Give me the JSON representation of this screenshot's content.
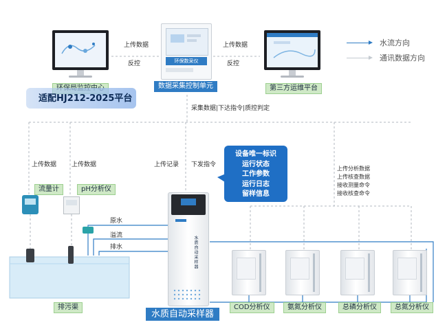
{
  "top": {
    "monitor_left": {
      "label": "环保局监控中心"
    },
    "platform_tag": "适配HJ212-2025平台",
    "center_unit": {
      "label": "数据采集控制单元",
      "screen_text": "环保数采仪"
    },
    "monitor_right": {
      "label": "第三方运维平台"
    },
    "link_left": {
      "upper": "上传数据",
      "lower": "反控"
    },
    "link_right": {
      "upper": "上传数据",
      "lower": "反控"
    }
  },
  "legend": {
    "water_flow": "水流方向",
    "comm_data": "通讯数据方向",
    "colors": {
      "water": "#2f7cc4",
      "comm": "#b0b7bf"
    }
  },
  "bus_label": "采集数据|下达指令|质控判定",
  "left_devices": {
    "flow_meter": {
      "label": "流量计",
      "link_text": "上传数据"
    },
    "ph_meter": {
      "label": "pH分析仪",
      "link_text": "上传数据"
    }
  },
  "sampler": {
    "label": "水质自动采样器",
    "body_text": "水质自动采样器",
    "upload_record": "上传记录",
    "issue_command": "下发指令",
    "callout_items": [
      "设备唯一标识",
      "运行状态",
      "工作参数",
      "运行日志",
      "留样信息"
    ]
  },
  "pipes": {
    "raw": "原水",
    "overflow": "溢流",
    "drain": "排水"
  },
  "sewer_label": "排污渠",
  "right_commands": [
    "上传分析数据",
    "上传核查数据",
    "接收测量命令",
    "接收核查命令"
  ],
  "analyzers": [
    "COD分析仪",
    "氨氮分析仪",
    "总磷分析仪",
    "总氮分析仪"
  ],
  "colors": {
    "accent_blue": "#2f7cc4",
    "tag_green": "#cfe9c6",
    "callout_blue": "#1f6fc5"
  }
}
